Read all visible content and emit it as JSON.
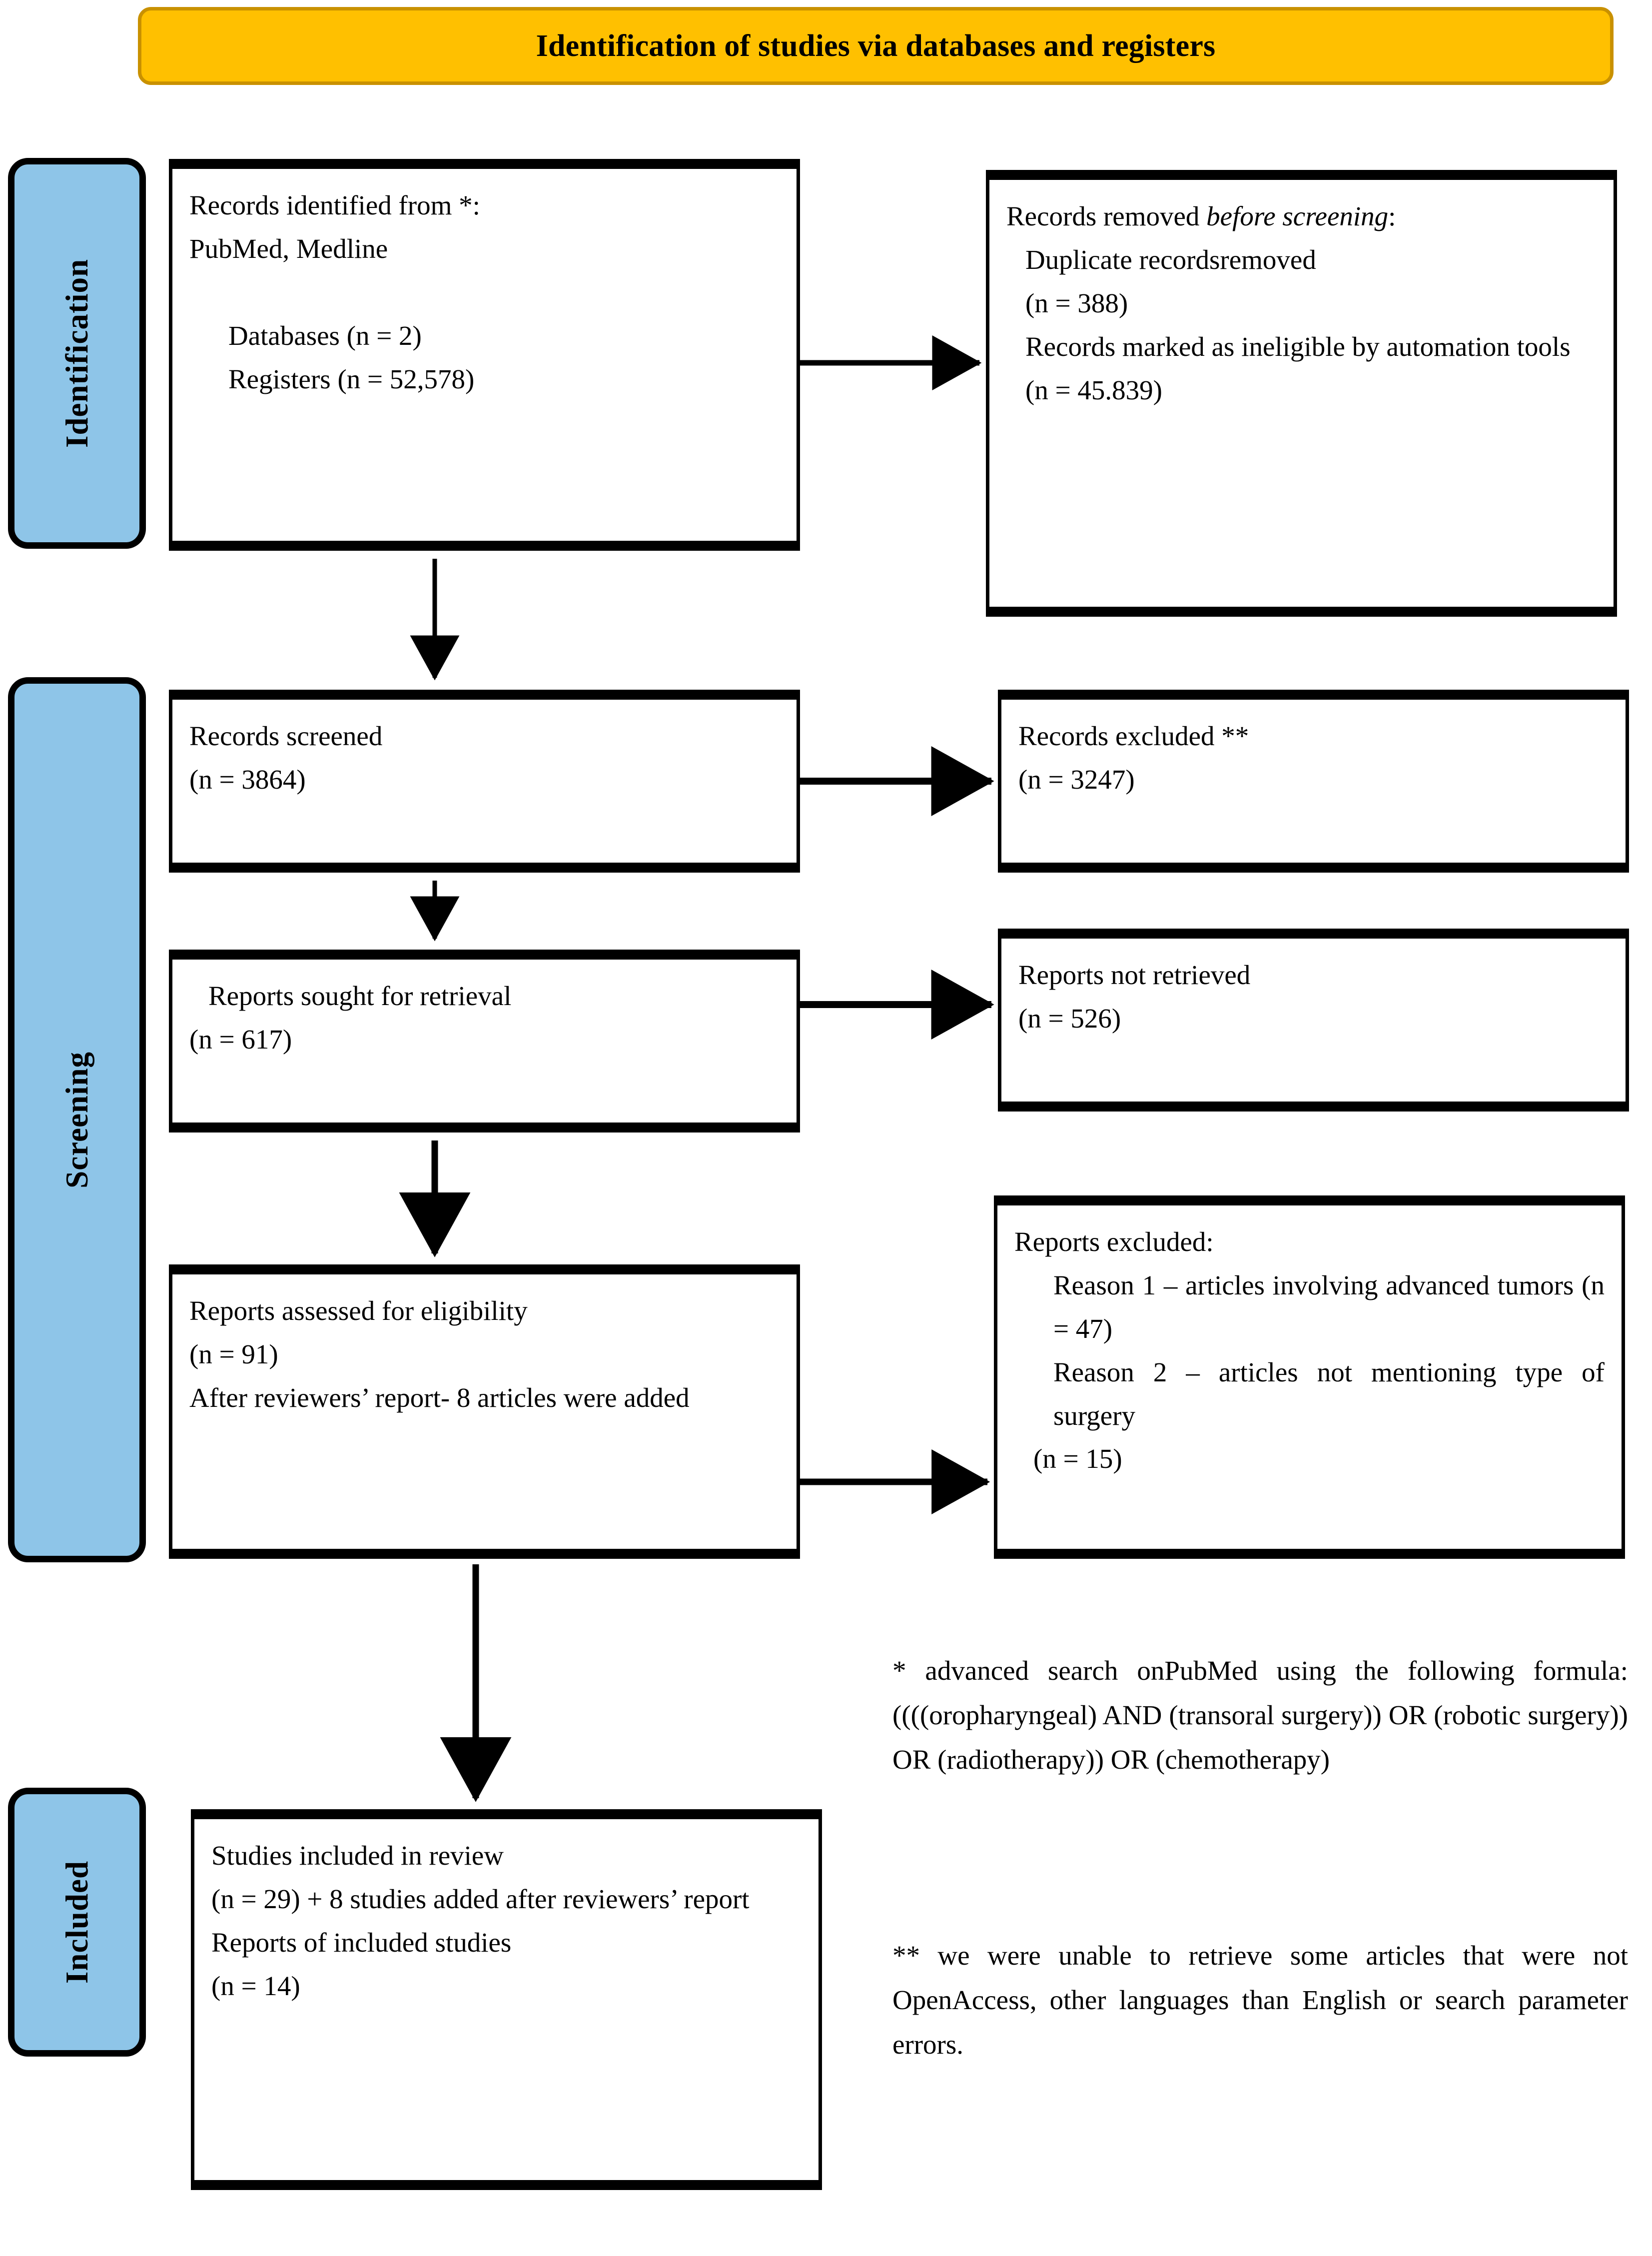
{
  "banner": {
    "title": "Identification of studies via databases and registers"
  },
  "stages": [
    {
      "id": "identification",
      "label": "Identification"
    },
    {
      "id": "screening",
      "label": "Screening"
    },
    {
      "id": "included",
      "label": "Included"
    }
  ],
  "boxes": {
    "identified": {
      "line1": "Records identified from *:",
      "line2": "PubMed, Medline",
      "line3": "Databases (n = 2)",
      "line4": "Registers (n = 52,578)"
    },
    "removed": {
      "line1_a": "Records removed ",
      "line1_b": "before screening",
      "line1_c": ":",
      "line2": "Duplicate recordsremoved",
      "line3": "(n = 388)",
      "line4": "Records marked as ineligible by automation tools",
      "line5": "(n = 45.839)"
    },
    "screened": {
      "line1": "Records screened",
      "line2": "(n = 3864)"
    },
    "excluded": {
      "line1": "Records excluded **",
      "line2": "(n = 3247)"
    },
    "sought": {
      "line1": "Reports sought for retrieval",
      "line2": "(n = 617)"
    },
    "not_retrieved": {
      "line1": "Reports not retrieved",
      "line2": "(n = 526)"
    },
    "assessed": {
      "line1": "Reports assessed for eligibility",
      "line2": "(n = 91)",
      "line3": "After reviewers’ report- 8 articles were added"
    },
    "reports_excluded": {
      "line1": "Reports excluded:",
      "line2": "Reason 1 – articles involving advanced tumors (n = 47)",
      "line3": "Reason 2 – articles not mentioning type of surgery",
      "line4": "(n = 15)"
    },
    "included": {
      "line1": "Studies included in review",
      "line2": "(n = 29) + 8 studies added after reviewers’ report",
      "line3": "Reports of included studies",
      "line4": "(n = 14)"
    }
  },
  "footnotes": {
    "star": "* advanced search onPubMed using the following formula: ((((oropharyngeal) AND (transoral surgery)) OR (robotic surgery)) OR (radiotherapy)) OR (chemotherapy)",
    "double_star": "** we were unable to retrieve some articles that were not OpenAccess, other languages than English or search parameter errors."
  },
  "colors": {
    "banner_fill": "#ffc000",
    "banner_border": "#c99100",
    "stage_pill_fill": "#8ec5e8",
    "box_border": "#000000",
    "page_background": "#ffffff"
  }
}
